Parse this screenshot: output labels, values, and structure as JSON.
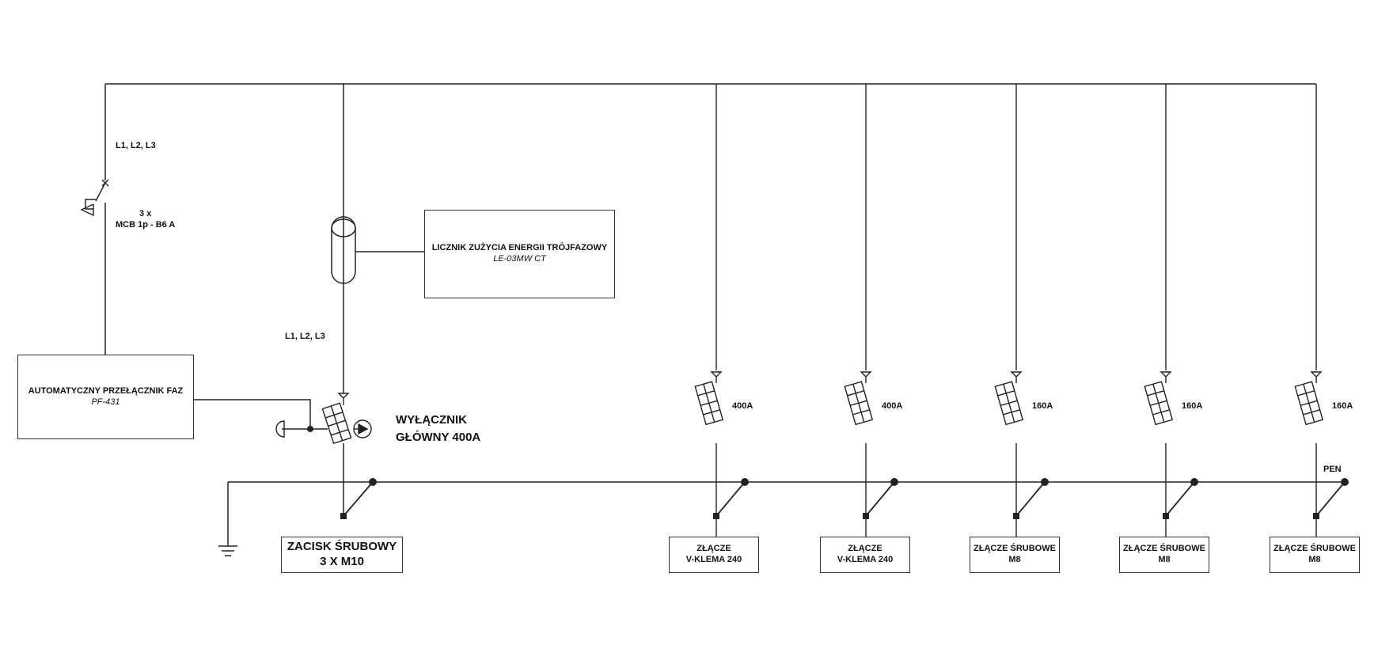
{
  "labels": {
    "mcb_phases": "L1, L2, L3",
    "mcb_count": "3 x",
    "mcb_type": "MCB 1p - B6 A",
    "main_phases": "L1, L2, L3",
    "main_switch_line1": "WYŁĄCZNIK",
    "main_switch_line2": "GŁÓWNY 400A",
    "pen": "PEN"
  },
  "meter": {
    "title": "LICZNIK ZUŻYCIA ENERGII TRÓJFAZOWY",
    "model": "LE-03MW CT"
  },
  "phase_switch": {
    "title": "AUTOMATYCZNY PRZEŁĄCZNIK FAZ",
    "model": "PF-431"
  },
  "main_clamp": {
    "line1": "ZACISK ŚRUBOWY",
    "line2": "3 X M10"
  },
  "feeders": [
    {
      "fuse": "400A",
      "line1": "ZŁĄCZE",
      "line2": "V-KLEMA 240"
    },
    {
      "fuse": "400A",
      "line1": "ZŁĄCZE",
      "line2": "V-KLEMA 240"
    },
    {
      "fuse": "160A",
      "line1": "ZŁĄCZE ŚRUBOWE",
      "line2": "M8"
    },
    {
      "fuse": "160A",
      "line1": "ZŁĄCZE ŚRUBOWE",
      "line2": "M8"
    },
    {
      "fuse": "160A",
      "line1": "ZŁĄCZE ŚRUBOWE",
      "line2": "M8"
    }
  ]
}
